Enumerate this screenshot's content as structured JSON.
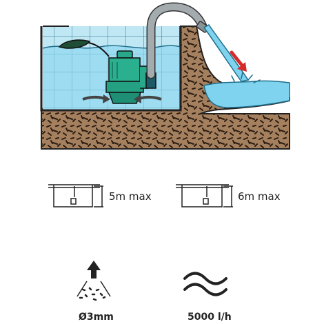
{
  "specs": {
    "depth_pump_1": "5m max",
    "depth_pump_2": "6m max",
    "particle_size": "Ø3mm",
    "flow_rate": "5000 l/h"
  },
  "icons": {
    "pump": "submersible-pump-icon",
    "float": "float-switch-icon",
    "hose": "discharge-hose-icon",
    "flow_arrow": "flow-direction-arrow-icon",
    "particles": "particle-size-icon",
    "water": "water-waves-icon"
  },
  "colors": {
    "water": "#7fd3ee",
    "tiles": "#b7e6f5",
    "soil": "#9a7050",
    "pump": "#28a98b",
    "hose": "#9aa3a6",
    "arrow_red": "#d62a2a"
  }
}
